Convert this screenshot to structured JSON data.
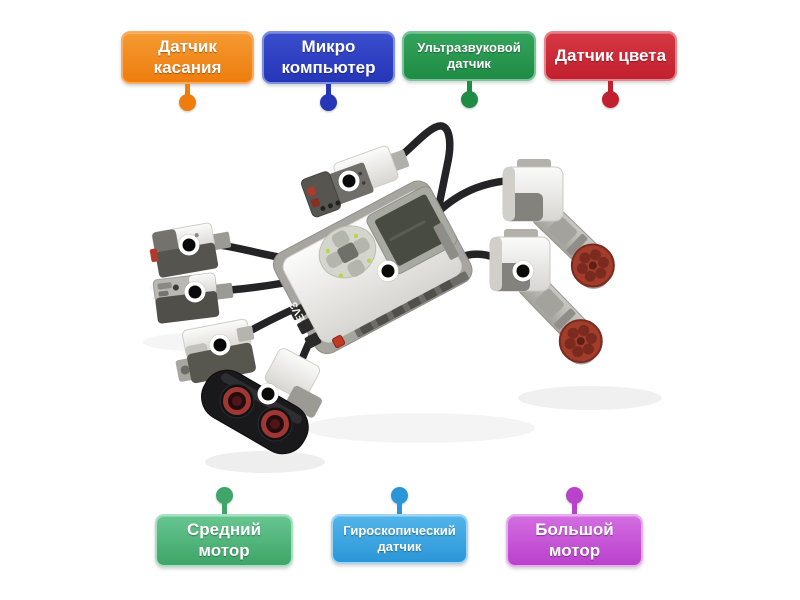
{
  "activity": {
    "background": "#ffffff"
  },
  "labels": {
    "top": [
      {
        "text": "Датчик касания",
        "color": "#ee7d0e",
        "color_light": "#f59a31",
        "border": "#f8ab61"
      },
      {
        "text": "Микро компьютер",
        "color": "#2636b8",
        "color_light": "#3a4ecd",
        "border": "#7f8fdf"
      },
      {
        "text": "Ультразвуковой датчик",
        "color": "#1f8c45",
        "color_light": "#34a35c",
        "border": "#79c498"
      },
      {
        "text": "Датчик цвета",
        "color": "#c1202e",
        "color_light": "#d63844",
        "border": "#e4858d"
      }
    ],
    "bottom": [
      {
        "text": "Средний мотор",
        "color": "#3fa568",
        "color_light": "#66c690",
        "border": "#abdfc5"
      },
      {
        "text": "Гироскопический датчик",
        "color": "#2b96d7",
        "color_light": "#52b5ea",
        "border": "#a0d5f3"
      },
      {
        "text": "Большой мотор",
        "color": "#ba41cc",
        "color_light": "#d36de1",
        "border": "#e6aeef"
      }
    ]
  },
  "robot": {
    "brand_text": "EV3"
  },
  "marker_style": {
    "fill": "#0a0a0a",
    "ring": "#ffffff"
  }
}
